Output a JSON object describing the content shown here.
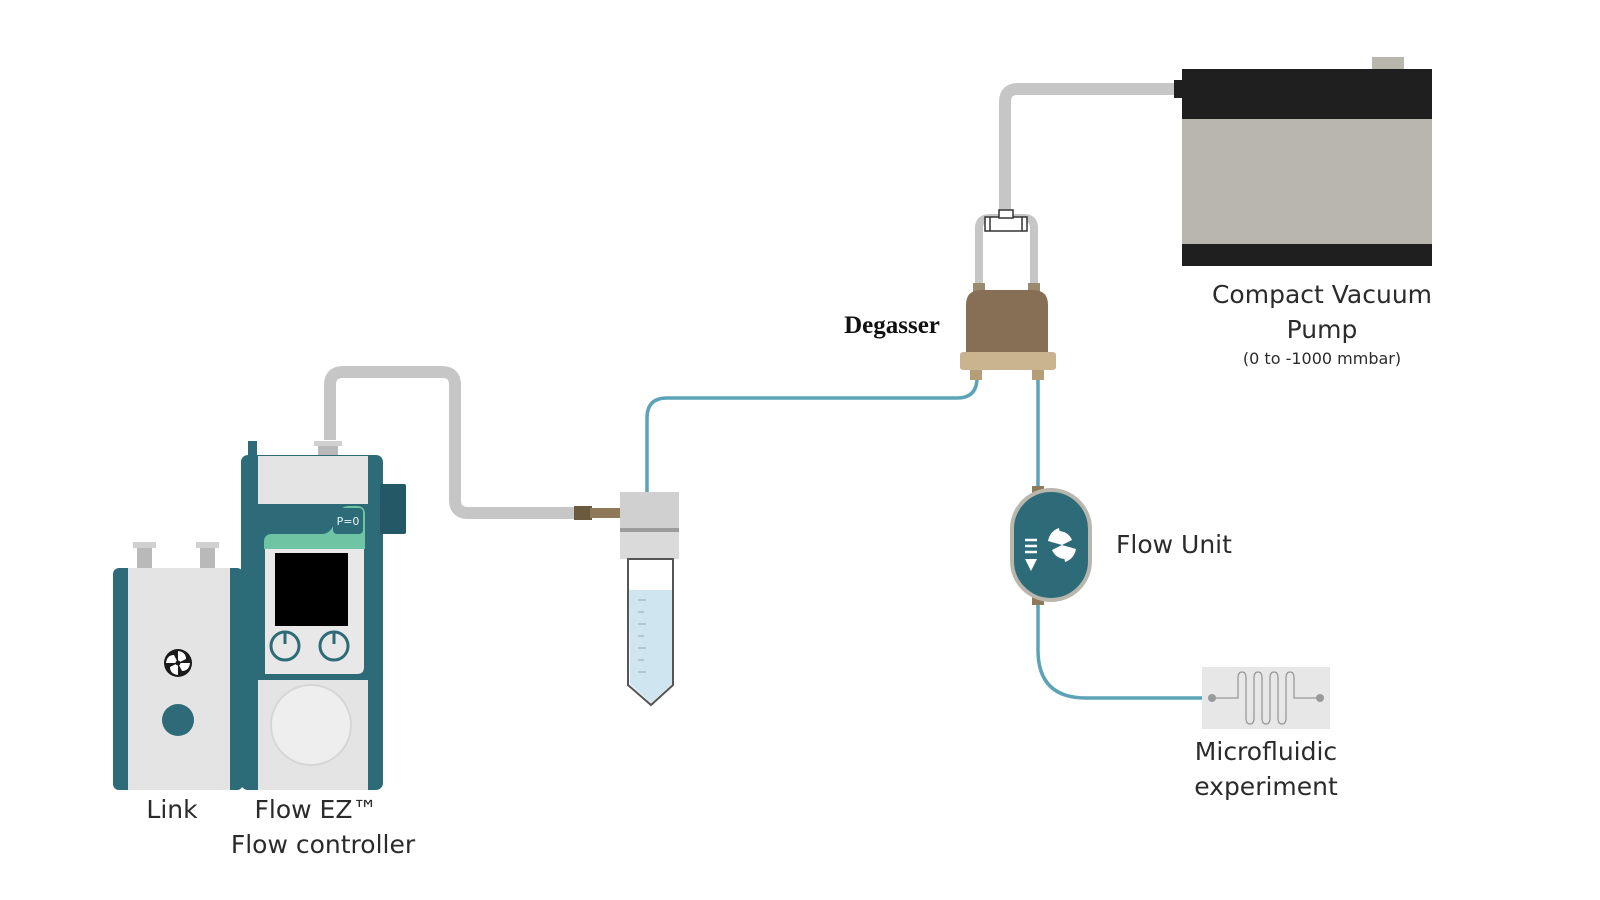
{
  "components": {
    "link": {
      "label": "Link"
    },
    "flow_ez": {
      "label_line1": "Flow EZ™",
      "label_line2": "Flow controller",
      "screen_text": "P=0"
    },
    "degasser": {
      "label": "Degasser"
    },
    "vacuum_pump": {
      "label_line1": "Compact Vacuum",
      "label_line2": "Pump",
      "sublabel": "(0 to -1000 mmbar)"
    },
    "flow_unit": {
      "label": "Flow Unit"
    },
    "microfluidic": {
      "label_line1": "Microfluidic",
      "label_line2": "experiment"
    }
  },
  "colors": {
    "teal": "#2d6b78",
    "teal_dark": "#245866",
    "panel_grey": "#e4e4e4",
    "tube_grey": "#c6c6c6",
    "fluid_tube": "#5da3b8",
    "degasser_brown": "#866f55",
    "degasser_base": "#c9b48f",
    "pump_black": "#1f1f1f",
    "pump_body": "#b9b6ad",
    "liquid": "#cfe6f0"
  }
}
